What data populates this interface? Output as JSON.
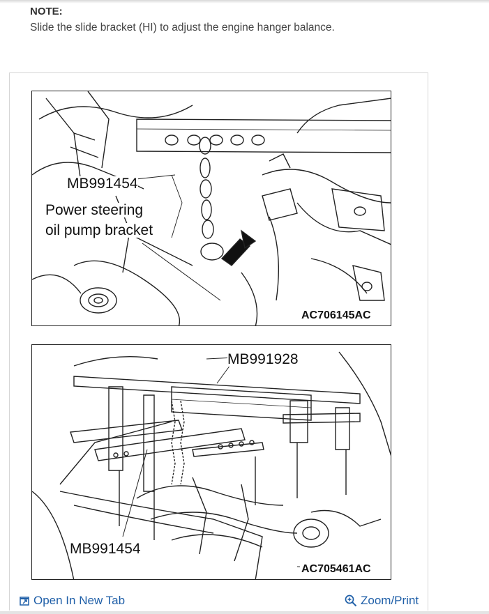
{
  "note": {
    "title": "NOTE:",
    "text": "Slide the slide bracket (HI) to adjust the engine hanger balance."
  },
  "figure1": {
    "callout_tool": "MB991454",
    "callout_part_line1": "Power steering",
    "callout_part_line2": "oil pump bracket",
    "code": "AC706145AC"
  },
  "figure2": {
    "callout_top": "MB991928",
    "callout_bottom": "MB991454",
    "code": "AC705461AC"
  },
  "footer": {
    "open_label": "Open In New Tab",
    "zoom_label": "Zoom/Print",
    "accent": "#1f5fa8"
  }
}
